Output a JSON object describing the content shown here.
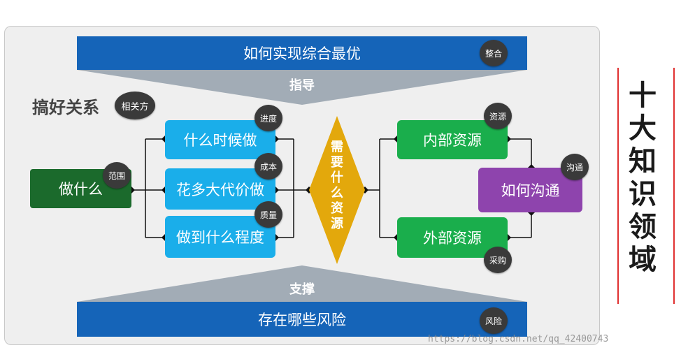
{
  "top_bar": {
    "label": "如何实现综合最优",
    "badge": "整合"
  },
  "guide_label": "指导",
  "relation": {
    "label": "搞好关系",
    "badge": "相关方"
  },
  "left_box": {
    "label": "做什么",
    "badge": "范围"
  },
  "middle_boxes": [
    {
      "label": "什么时候做",
      "badge": "进度"
    },
    {
      "label": "花多大代价做",
      "badge": "成本"
    },
    {
      "label": "做到什么程度",
      "badge": "质量"
    }
  ],
  "diamond": {
    "label": "需要什么资源",
    "chars": [
      "需",
      "要",
      "什",
      "么",
      "资",
      "源"
    ]
  },
  "right_boxes": [
    {
      "label": "内部资源",
      "badge": "资源"
    },
    {
      "label": "外部资源",
      "badge": "采购"
    }
  ],
  "comm_box": {
    "label": "如何沟通",
    "badge": "沟通"
  },
  "support_label": "支撑",
  "bottom_bar": {
    "label": "存在哪些风险",
    "badge": "风险"
  },
  "side_title": {
    "chars": [
      "十",
      "大",
      "知",
      "识",
      "领",
      "域"
    ]
  },
  "watermark": "https://blog.csdn.net/qq_42400743",
  "colors": {
    "blue_bar": "#1564b8",
    "cyan_box": "#1aaeea",
    "green_box": "#1aae4c",
    "dark_green_box": "#1b6a2c",
    "purple_box": "#8e44ad",
    "diamond": "#e3a80c",
    "badge": "#3a3a3a",
    "accent_line": "#e03030"
  }
}
